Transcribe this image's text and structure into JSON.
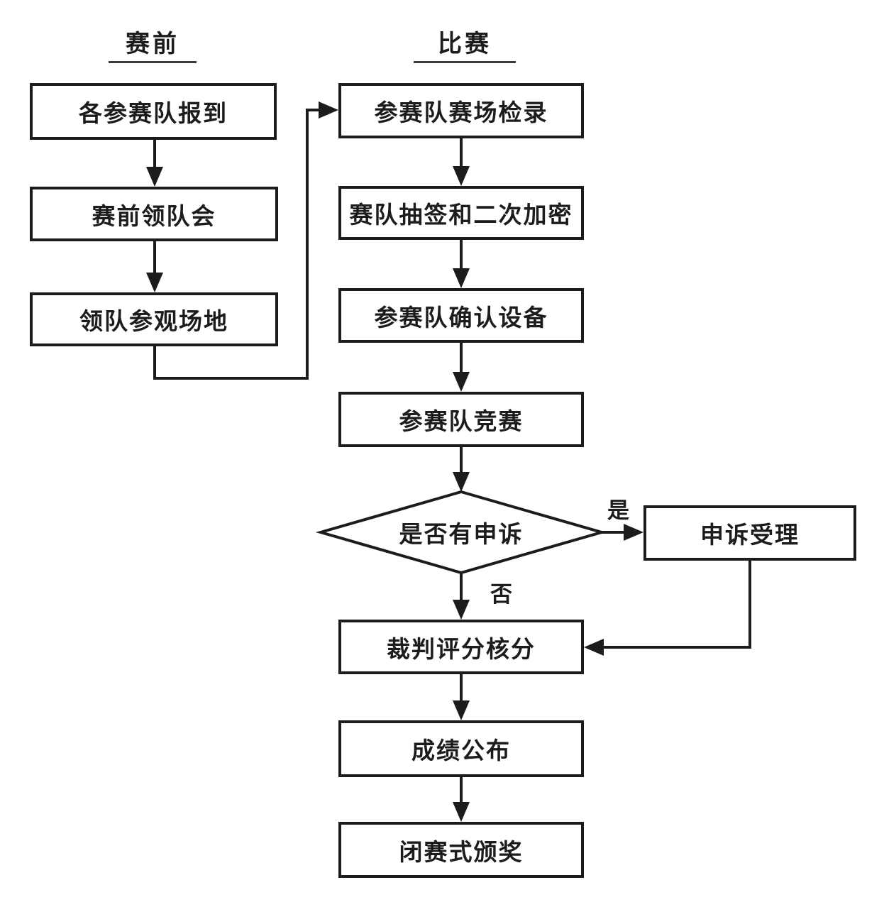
{
  "headers": {
    "left": "赛前",
    "right": "比赛"
  },
  "nodes": {
    "left": [
      {
        "id": "team-registration",
        "label": "各参赛队报到"
      },
      {
        "id": "leader-meeting",
        "label": "赛前领队会"
      },
      {
        "id": "venue-visit",
        "label": "领队参观场地"
      }
    ],
    "right": [
      {
        "id": "arena-checkin",
        "label": "参赛队赛场检录"
      },
      {
        "id": "draw-encryption",
        "label": "赛队抽签和二次加密"
      },
      {
        "id": "confirm-equipment",
        "label": "参赛队确认设备"
      },
      {
        "id": "competition",
        "label": "参赛队竞赛"
      },
      {
        "id": "judge-scoring",
        "label": "裁判评分核分"
      },
      {
        "id": "results-announce",
        "label": "成绩公布"
      },
      {
        "id": "closing-awards",
        "label": "闭赛式颁奖"
      }
    ],
    "decision": {
      "id": "has-appeal",
      "label": "是否有申诉"
    },
    "appeal": {
      "id": "appeal-handling",
      "label": "申诉受理"
    }
  },
  "edge_labels": {
    "yes": "是",
    "no": "否"
  },
  "edges": [
    {
      "from": "team-registration",
      "to": "leader-meeting"
    },
    {
      "from": "leader-meeting",
      "to": "venue-visit"
    },
    {
      "from": "venue-visit",
      "to": "arena-checkin"
    },
    {
      "from": "arena-checkin",
      "to": "draw-encryption"
    },
    {
      "from": "draw-encryption",
      "to": "confirm-equipment"
    },
    {
      "from": "confirm-equipment",
      "to": "competition"
    },
    {
      "from": "competition",
      "to": "has-appeal"
    },
    {
      "from": "has-appeal",
      "to": "appeal-handling",
      "label": "是"
    },
    {
      "from": "has-appeal",
      "to": "judge-scoring",
      "label": "否"
    },
    {
      "from": "appeal-handling",
      "to": "judge-scoring"
    },
    {
      "from": "judge-scoring",
      "to": "results-announce"
    },
    {
      "from": "results-announce",
      "to": "closing-awards"
    }
  ],
  "colors": {
    "line": "#1c1c1c",
    "background": "#ffffff",
    "box_fill": "#ffffff"
  }
}
